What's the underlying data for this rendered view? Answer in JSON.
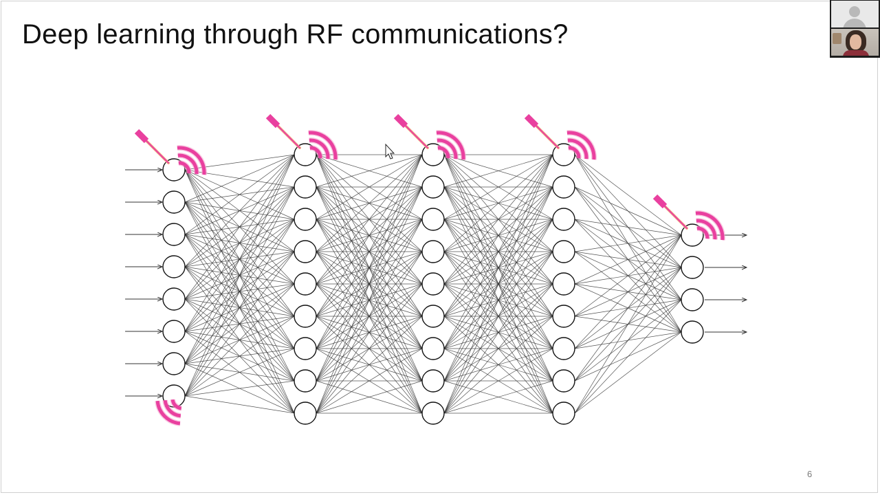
{
  "slide": {
    "title": "Deep learning through RF communications?",
    "page_number": "6"
  },
  "diagram": {
    "layers": [
      8,
      9,
      9,
      9,
      4
    ],
    "input_arrows": 8,
    "output_arrows": 4,
    "neural_links": "fully-connected",
    "rf_emitters": [
      {
        "layer": 0,
        "node": 0,
        "style": "probe-and-waves"
      },
      {
        "layer": 1,
        "node": 0,
        "style": "probe-and-waves"
      },
      {
        "layer": 2,
        "node": 0,
        "style": "probe-and-waves"
      },
      {
        "layer": 3,
        "node": 0,
        "style": "probe-and-waves"
      },
      {
        "layer": 4,
        "node": 0,
        "style": "probe-and-waves"
      },
      {
        "layer": 0,
        "node": 7,
        "style": "waves-only"
      }
    ],
    "colors": {
      "rf_magenta": "#e9409f",
      "rf_glow": "#f3a9cf",
      "probe_stem": "#f2b784",
      "links": "#333333",
      "node_stroke": "#111111",
      "node_fill": "#ffffff"
    }
  },
  "participants": [
    {
      "kind": "avatar-placeholder",
      "icon": "user-avatar-icon"
    },
    {
      "kind": "camera-feed",
      "icon": "webcam-feed"
    }
  ]
}
